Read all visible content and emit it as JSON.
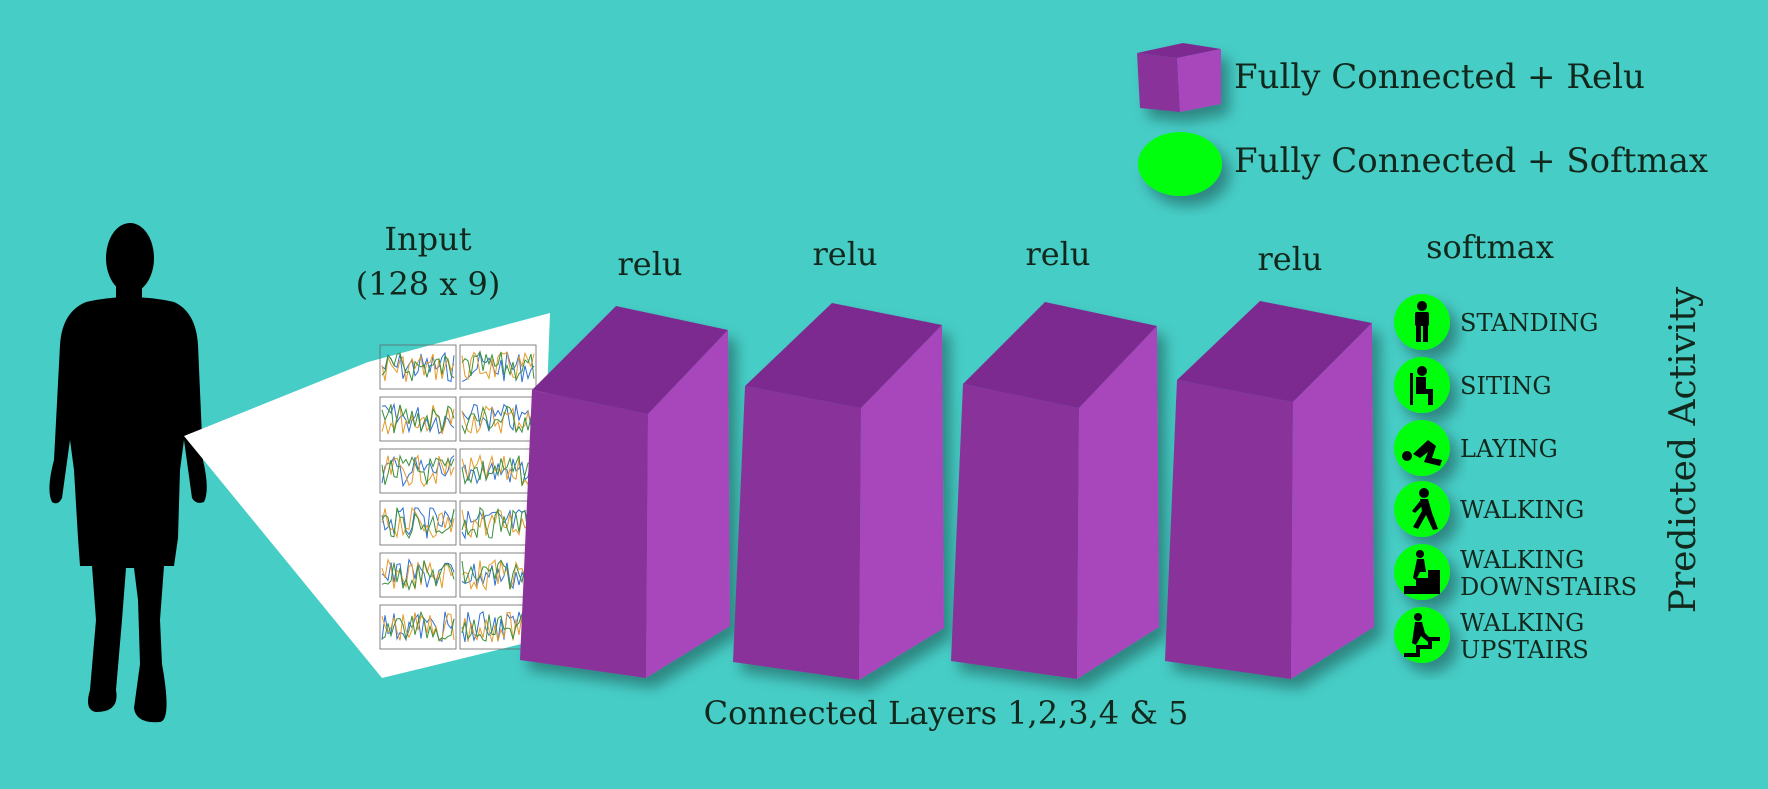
{
  "legend": {
    "items": [
      {
        "label": "Fully Connected + Relu",
        "shape": "cube",
        "color": "#9f3ab1"
      },
      {
        "label": "Fully Connected + Softmax",
        "shape": "ellipse",
        "color": "#00ff0a"
      }
    ]
  },
  "input": {
    "line1": "Input",
    "line2": "(128 x 9)"
  },
  "layers": [
    {
      "activation": "relu"
    },
    {
      "activation": "relu"
    },
    {
      "activation": "relu"
    },
    {
      "activation": "relu"
    }
  ],
  "output": {
    "activation": "softmax",
    "activities": [
      {
        "lines": [
          "STANDING"
        ],
        "icon": "standing-person-icon"
      },
      {
        "lines": [
          "SITING"
        ],
        "icon": "sitting-person-icon"
      },
      {
        "lines": [
          "LAYING"
        ],
        "icon": "laying-person-icon"
      },
      {
        "lines": [
          "WALKING"
        ],
        "icon": "walking-person-icon"
      },
      {
        "lines": [
          "WALKING",
          "DOWNSTAIRS"
        ],
        "icon": "walking-downstairs-icon"
      },
      {
        "lines": [
          "WALKING",
          "UPSTAIRS"
        ],
        "icon": "walking-upstairs-icon"
      }
    ],
    "axis_label": "Predicted Activity"
  },
  "footer": {
    "caption": "Connected Layers 1,2,3,4 & 5"
  },
  "colors": {
    "background": "#46cdc6",
    "cube_front": "#88309a",
    "cube_side": "#a846bb",
    "cube_top": "#7c2c90",
    "softmax_circle": "#00ff0a",
    "text": "#13281c"
  }
}
